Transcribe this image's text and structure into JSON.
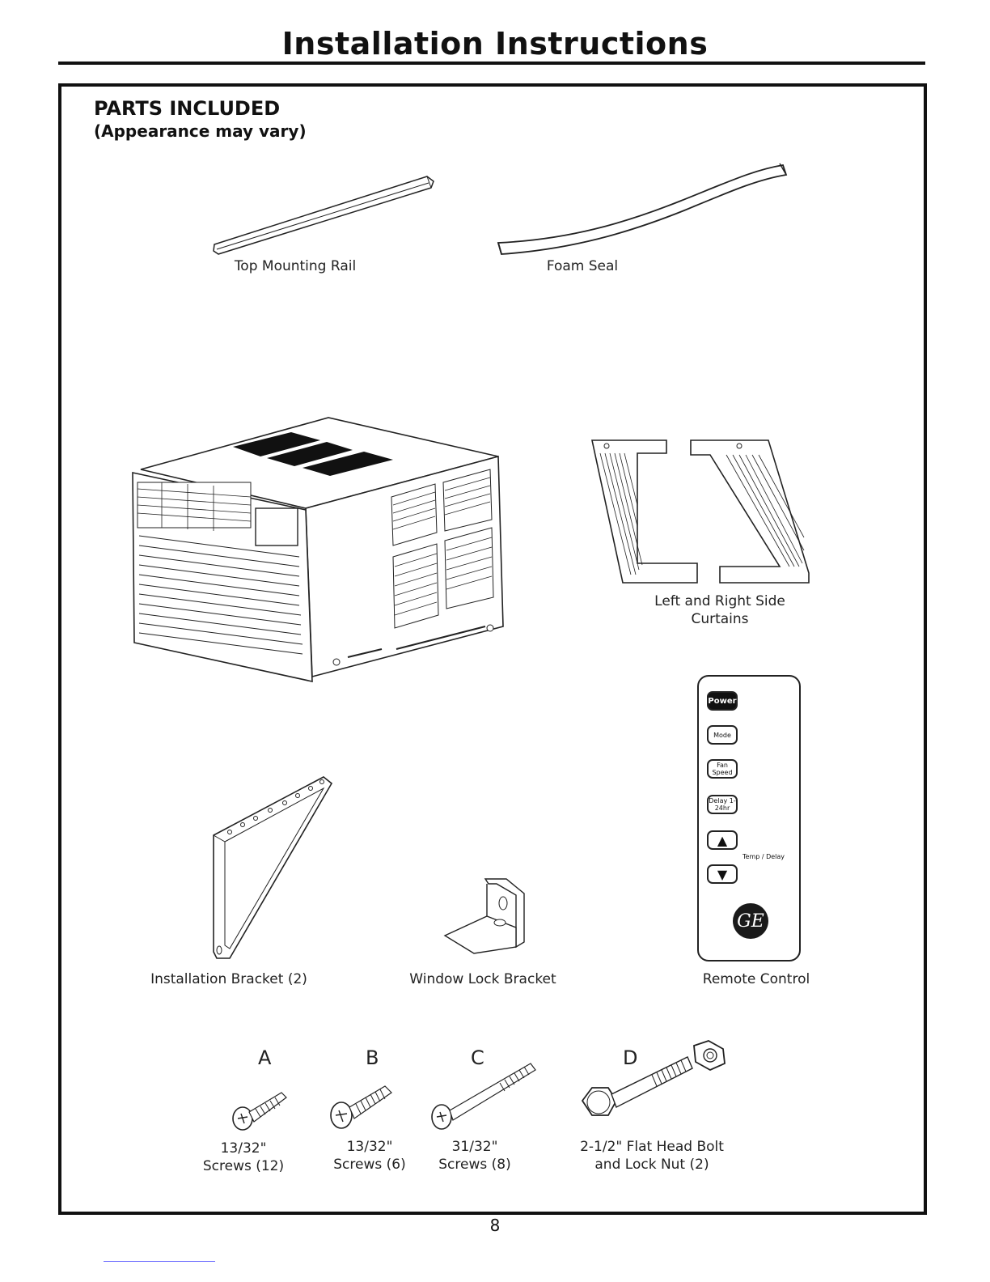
{
  "header": {
    "title": "Installation Instructions"
  },
  "section": {
    "title": "PARTS INCLUDED",
    "subtitle": "(Appearance may vary)"
  },
  "parts": {
    "top_rail": "Top Mounting Rail",
    "foam_seal": "Foam Seal",
    "side_curtains_line1": "Left and Right Side",
    "side_curtains_line2": "Curtains",
    "install_bracket": "Installation Bracket (2)",
    "window_lock": "Window Lock Bracket",
    "remote": "Remote Control"
  },
  "remote_buttons": {
    "power": "Power",
    "mode": "Mode",
    "fan_speed": "Fan Speed",
    "delay": "Delay 1-24hr",
    "temp_delay": "Temp / Delay",
    "logo": "GE"
  },
  "hardware": {
    "A": {
      "letter": "A",
      "line1": "13/32\"",
      "line2": "Screws (12)"
    },
    "B": {
      "letter": "B",
      "line1": "13/32\"",
      "line2": "Screws (6)"
    },
    "C": {
      "letter": "C",
      "line1": "31/32\"",
      "line2": "Screws (8)"
    },
    "D": {
      "letter": "D",
      "line1": "2-1/2\" Flat Head Bolt",
      "line2": "and Lock Nut (2)"
    }
  },
  "footer": {
    "page_number": "8"
  }
}
